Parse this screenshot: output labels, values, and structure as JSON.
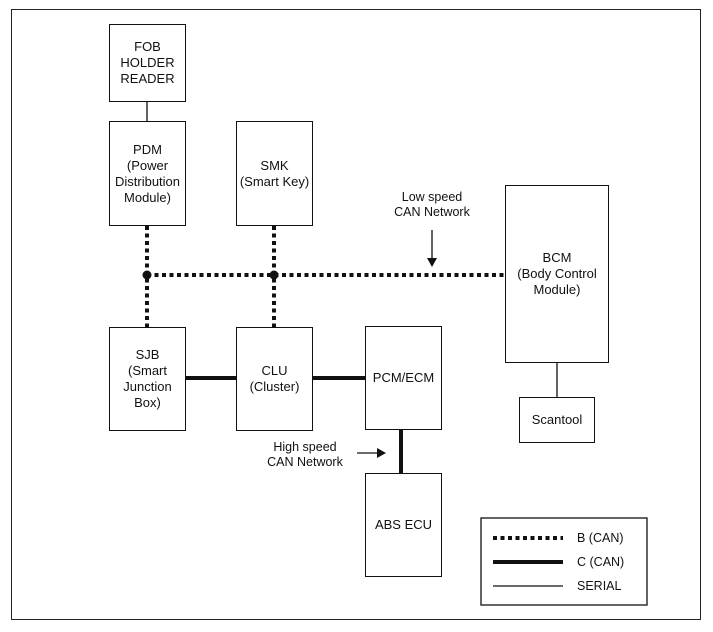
{
  "modules": {
    "fob": "FOB\nHOLDER\nREADER",
    "pdm": "PDM\n(Power\nDistribution\nModule)",
    "smk": "SMK\n(Smart Key)",
    "bcm": "BCM\n(Body Control\nModule)",
    "scantool": "Scantool",
    "sjb": "SJB\n(Smart\nJunction\nBox)",
    "clu": "CLU\n(Cluster)",
    "pcm": "PCM/ECM",
    "abs": "ABS ECU"
  },
  "annotations": {
    "low_speed": "Low speed\nCAN Network",
    "high_speed": "High speed\nCAN Network"
  },
  "legend": {
    "items": [
      {
        "style": "dotted",
        "label": "B (CAN)"
      },
      {
        "style": "thick",
        "label": "C (CAN)"
      },
      {
        "style": "thin",
        "label": "SERIAL"
      }
    ]
  },
  "colors": {
    "line": "#111111",
    "background": "#ffffff"
  }
}
